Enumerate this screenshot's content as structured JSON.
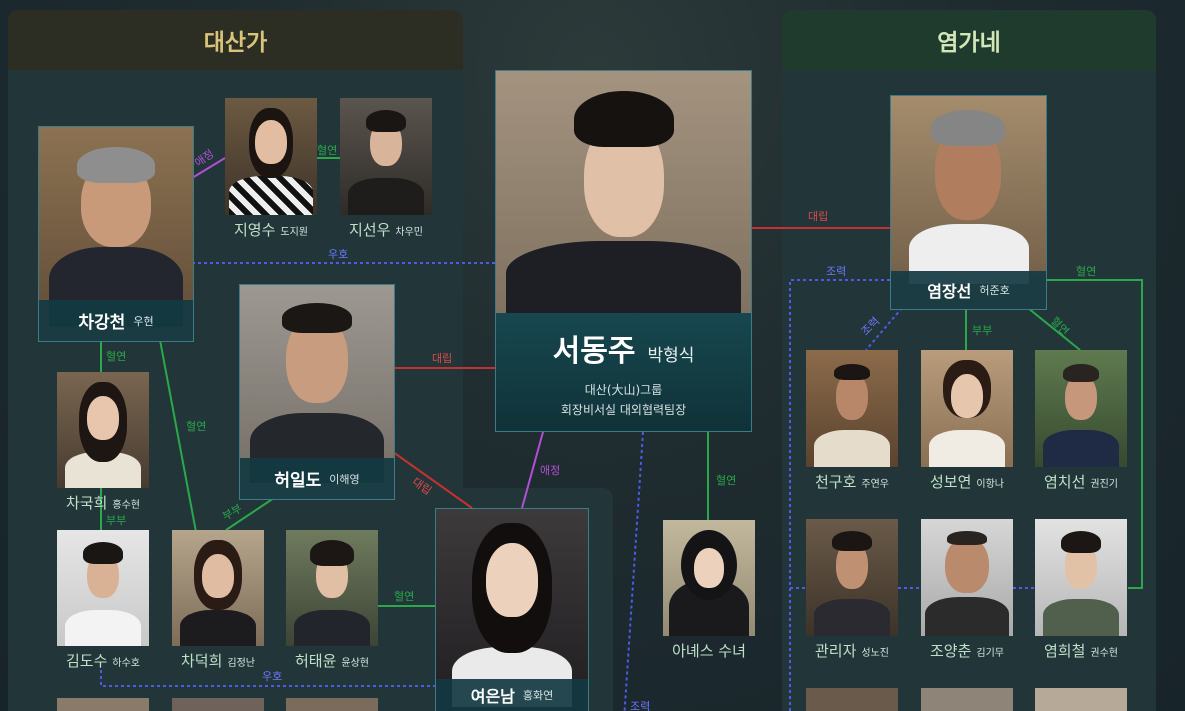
{
  "families": {
    "left": "대산가",
    "right": "염가네"
  },
  "center": {
    "name": "서동주",
    "actor": "박형식",
    "desc_line1": "대산(大山)그룹",
    "desc_line2": "회장비서실 대외협력팀장"
  },
  "people": {
    "cha_gangcheon": {
      "name": "차강천",
      "actor": "우현"
    },
    "ji_yeongsu": {
      "name": "지영수",
      "actor": "도지원"
    },
    "ji_seonu": {
      "name": "지선우",
      "actor": "차우민"
    },
    "heo_ildo": {
      "name": "허일도",
      "actor": "이해영"
    },
    "cha_gukhui": {
      "name": "차국희",
      "actor": "홍수현"
    },
    "kim_dosu": {
      "name": "김도수",
      "actor": "하수호"
    },
    "cha_deokhui": {
      "name": "차덕희",
      "actor": "김정난"
    },
    "heo_taeyun": {
      "name": "허태윤",
      "actor": "윤상현"
    },
    "yeo_eunnam": {
      "name": "여은남",
      "actor": "홍화연"
    },
    "agnes": {
      "name": "아녜스 수녀",
      "actor": ""
    },
    "yeom_jangseon": {
      "name": "염장선",
      "actor": "허준호"
    },
    "cheon_guho": {
      "name": "천구호",
      "actor": "주연우"
    },
    "seong_boyeon": {
      "name": "성보연",
      "actor": "이항나"
    },
    "yeom_chiseon": {
      "name": "염치선",
      "actor": "권진기"
    },
    "gwan_rija": {
      "name": "관리자",
      "actor": "성노진"
    },
    "jo_yangchun": {
      "name": "조양춘",
      "actor": "김기무"
    },
    "yeom_huicheol": {
      "name": "염희철",
      "actor": "권수현"
    }
  },
  "relations": {
    "aejeong": "애정",
    "hyeolyeon": "혈연",
    "uho": "우호",
    "daerip": "대립",
    "bubu": "부부",
    "jeohyeok": "조력"
  },
  "colors": {
    "left_head": "#2c2e24",
    "left_head_text": "#d9c47a",
    "right_head": "#1e3b2e",
    "right_head_text": "#d3e6b8",
    "panel_bg": "#223639",
    "blood": "#2aa84a",
    "love": "#b24fd6",
    "rivalry": "#c33131",
    "friendly": "#4d5be8",
    "namebox": "#133a42"
  }
}
